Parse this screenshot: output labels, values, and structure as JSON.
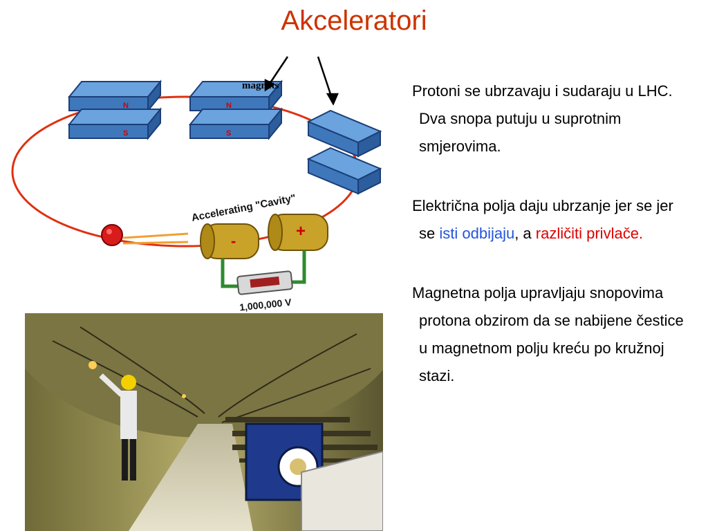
{
  "title": "Akceleratori",
  "diagram": {
    "magnets_label": "magnets",
    "cavity_label": "Accelerating \"Cavity\"",
    "voltage_label": "1,000,000 V",
    "minus_sign": "-",
    "plus_sign": "+",
    "pole_n": "N",
    "pole_s": "S"
  },
  "paragraphs": {
    "p1": "Protoni se ubrzavaju i sudaraju u LHC. Dva snopa putuju u suprotnim smjerovima.",
    "p2_start": "Električna polja daju ubrzanje jer se jer se ",
    "p2_blue": "isti odbijaju",
    "p2_middle": ", a ",
    "p2_red": "različiti privlače.",
    "p3": "Magnetna polja upravljaju snopovima protona obzirom da se nabijene čestice u magnetnom polju kreću po kružnoj stazi."
  },
  "colors": {
    "title": "#cc3300",
    "highlight_blue": "#2255dd",
    "highlight_red": "#dd0000",
    "ring": "#e03010",
    "magnet_blue": "#4a86c8",
    "cavity_gold": "#c9a22a"
  }
}
